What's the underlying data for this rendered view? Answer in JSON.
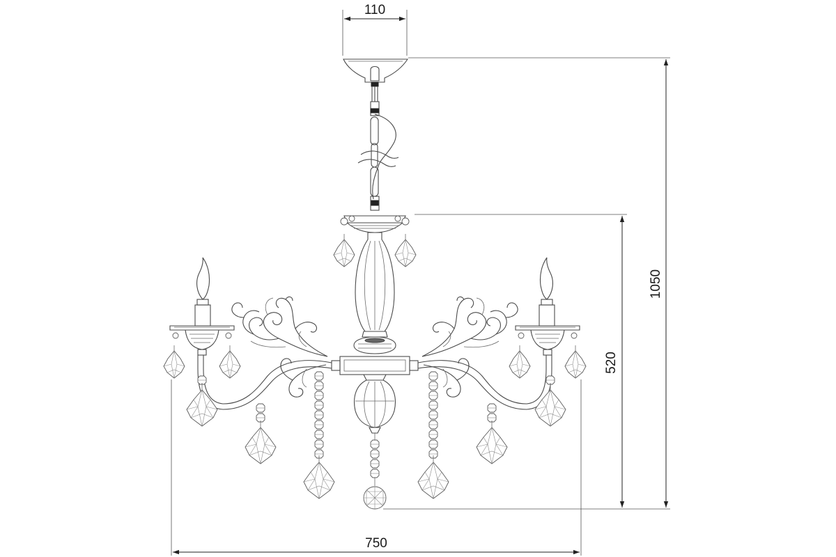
{
  "dimensions": {
    "top_width": "110",
    "total_height": "1050",
    "body_height": "520",
    "total_width": "750"
  }
}
